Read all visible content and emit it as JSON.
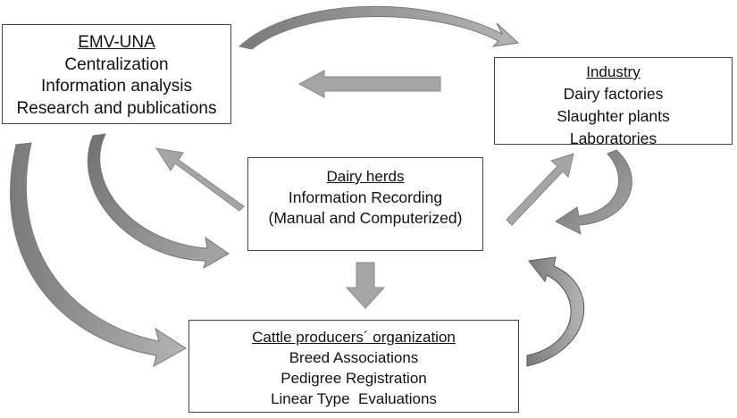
{
  "emv_una": {
    "title": "EMV-UNA",
    "lines": [
      "Centralization",
      "Information analysis",
      "Research and publications"
    ]
  },
  "industry": {
    "title": "Industry",
    "lines": [
      "Dairy factories",
      "Slaughter plants",
      "Laboratories"
    ]
  },
  "dairy_herds": {
    "title": "Dairy herds",
    "lines": [
      "Information Recording",
      "(Manual and Computerized)"
    ]
  },
  "cattle_producers": {
    "title": "Cattle producers´ organization",
    "lines": [
      "Breed Associations",
      "Pedigree Registration",
      "Linear Type  Evaluations"
    ]
  },
  "colors": {
    "arrow_fill": "#9c9c9c",
    "arrow_dark": "#6a6a6a",
    "box_border": "#444444"
  }
}
